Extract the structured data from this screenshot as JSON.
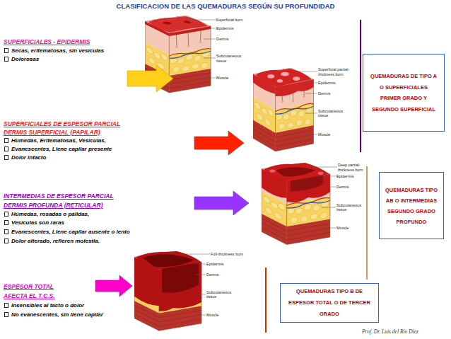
{
  "diagram": {
    "title": "CLASIFICACION DE LAS QUEMADURAS SEGÚN SU PROFUNDIDAD",
    "nodes": [
      {
        "text": [
          "SUPERFICIALES - EPIDERMIS",
          "Secas, eritematosas, sin vesículas",
          "Dolorosas"
        ]
      },
      {
        "text": [
          "Superficial burn",
          "Epidermis",
          "Dermis",
          "Subcutaneous tissue",
          "Muscle"
        ]
      },
      {
        "text": [
          "QUEMADURAS DE TIPO A O SUPERFICIALES PRIMER GRADO Y SEGUNDO SUPERFICIAL"
        ]
      },
      {
        "text": [
          "SUPERFICIALES DE ESPESOR PARCIAL",
          "DERMIS SUPERFICIAL (PAPILAR)",
          "Húmedas, Eritematosas, Vesículas,",
          "Evanescentes, Llene capilar presente",
          "Dolor intacto"
        ]
      },
      {
        "text": [
          "Superficial partial-thickness burn",
          "Epidermis",
          "Dermis",
          "Subcutaneous tissue",
          "Muscle"
        ]
      },
      {
        "text": [
          "QUEMADURAS TIPO AB O INTERMEDIAS SEGUNDO GRADO PROFUNDO"
        ]
      },
      {
        "text": [
          "INTERMEDIAS DE ESPESOR PARCIAL",
          "DERMIS PROFUNDA (RETICULAR)",
          "Húmedas, rosadas o pálidas,",
          "Vesículas son raras",
          "Evanescentes, Llene capilar ausente o lento",
          "Dolor alterado, refieren molestia."
        ]
      },
      {
        "text": [
          "Deep partial-thickness burn",
          "Epidermis",
          "Dermis",
          "Subcutaneous tissue",
          "Muscle"
        ]
      },
      {
        "text": [
          "ESPESOR TOTAL",
          "AFECTA EL T.C.S.",
          "Insensibles al tacto o dolor",
          "No evanescentes, sin llene capilar"
        ]
      },
      {
        "text": [
          "Full-thickness burn",
          "Epidermis",
          "Dermis",
          "Subcutaneous tissue",
          "Muscle"
        ]
      },
      {
        "text": [
          "QUEMADURAS TIPO B DE ESPESOR TOTAL O DE TERCER GRADO"
        ]
      }
    ],
    "edges": [
      {
        "from": 0,
        "to": 1,
        "arrow": "to"
      },
      {
        "from": 3,
        "to": 4,
        "arrow": "to"
      },
      {
        "from": 6,
        "to": 7,
        "arrow": "to"
      },
      {
        "from": 8,
        "to": 9,
        "arrow": "to"
      }
    ],
    "labels": [
      "Prof. Dr. Luis del Río Díez"
    ]
  }
}
